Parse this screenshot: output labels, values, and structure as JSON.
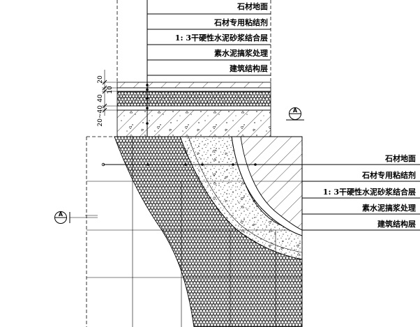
{
  "upper_detail": {
    "labels": [
      "石材地面",
      "石材专用粘结剂",
      "1: 3干硬性水泥砂浆结合层",
      "素水泥搞浆处理",
      "建筑结构层"
    ],
    "dimensions": [
      "20",
      "40",
      "10",
      "20~40"
    ],
    "section_marker": "A"
  },
  "lower_detail": {
    "labels": [
      "石材地面",
      "石材专用粘结剂",
      "1: 3干硬性水泥砂浆结合层",
      "素水泥搞浆处理",
      "建筑结构层"
    ],
    "section_marker": "A"
  }
}
